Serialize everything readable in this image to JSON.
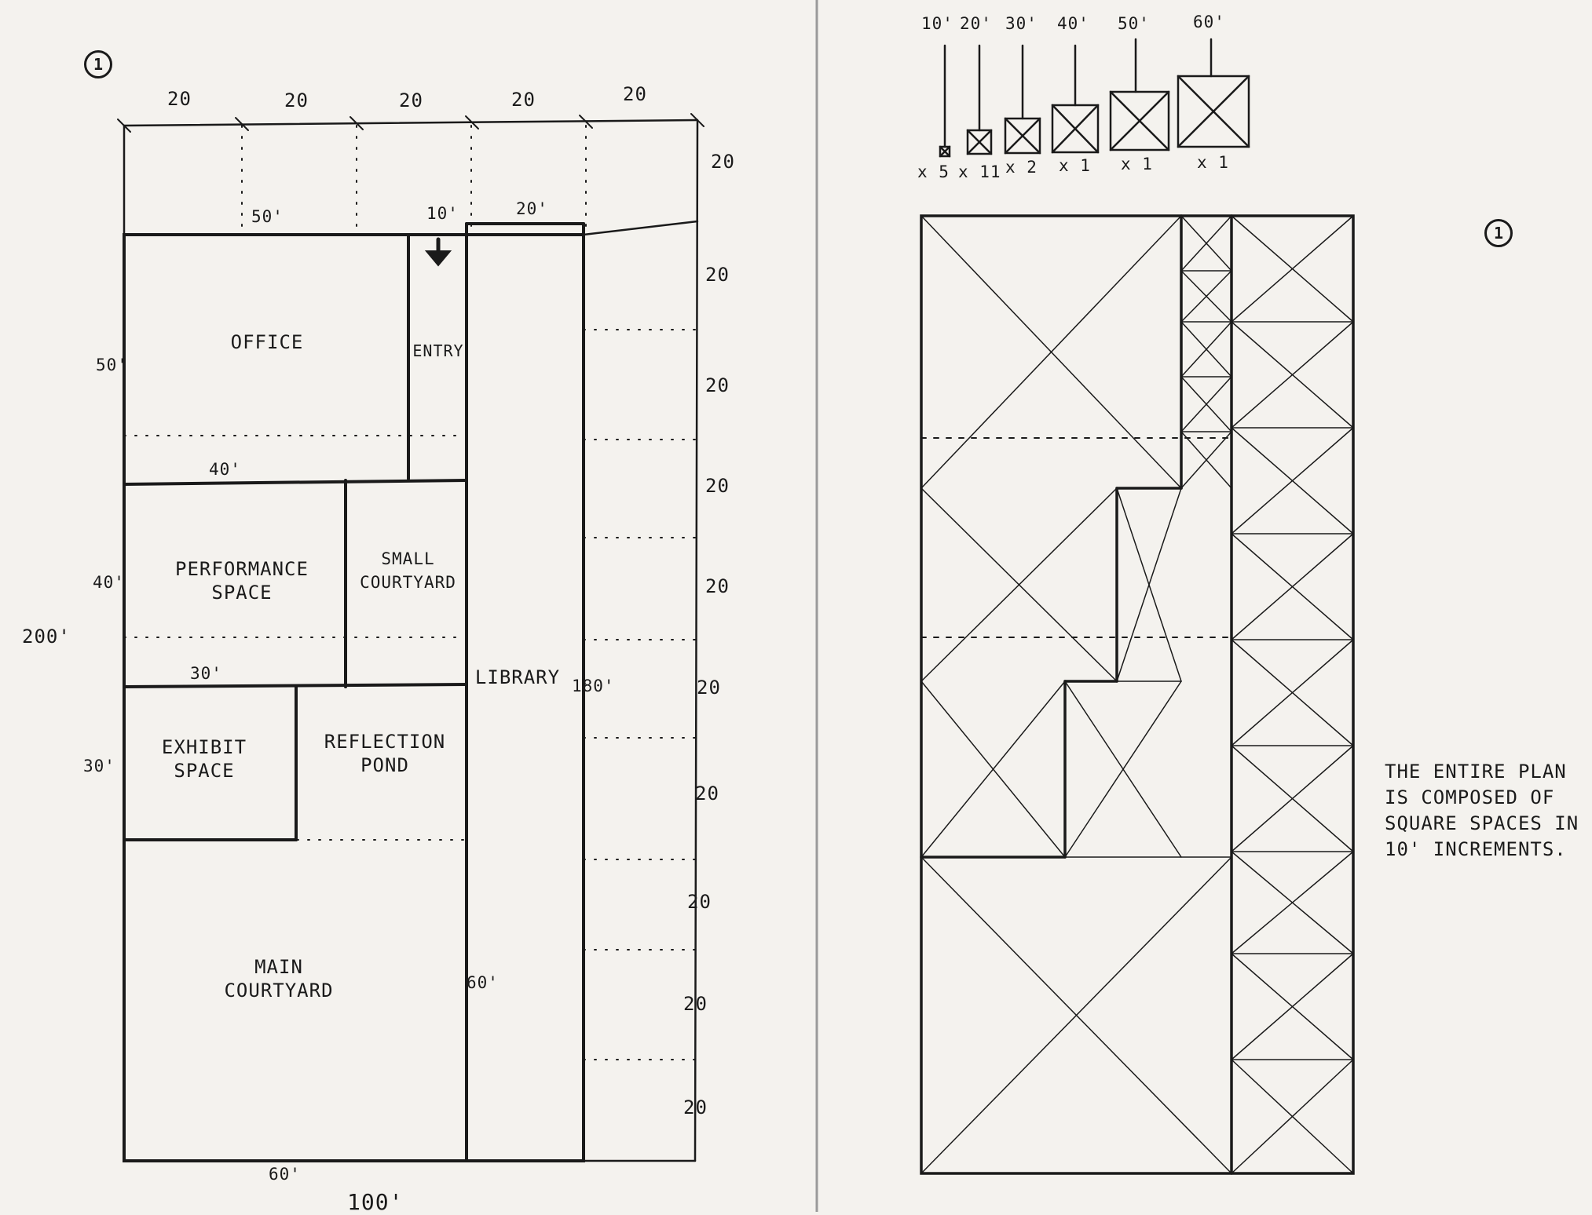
{
  "left_plan": {
    "sheet_number": "1",
    "rooms": {
      "office": "OFFICE",
      "entry": "ENTRY",
      "performance_space": "PERFORMANCE SPACE",
      "small_courtyard": "SMALL COURTYARD",
      "exhibit_space": "EXHIBIT SPACE",
      "reflection_pond": "REFLECTION POND",
      "library": "LIBRARY",
      "main_courtyard": "MAIN COURTYARD"
    },
    "top_module_labels": [
      "20",
      "20",
      "20",
      "20",
      "20"
    ],
    "right_module_labels": [
      "20",
      "20",
      "20",
      "20",
      "20",
      "20",
      "20",
      "20",
      "20",
      "20"
    ],
    "room_dimensions": {
      "office_width": "50'",
      "entry_width": "10'",
      "library_width": "20'",
      "office_height": "50'",
      "performance_width": "40'",
      "performance_height": "40'",
      "exhibit_width": "30'",
      "exhibit_height": "30'",
      "library_length": "180'",
      "main_courtyard_height": "60'",
      "main_courtyard_width": "60'",
      "overall_height": "200'",
      "overall_width": "100'"
    }
  },
  "right_plan": {
    "sheet_number": "1",
    "legend": [
      {
        "size": "10'",
        "count": "x 5"
      },
      {
        "size": "20'",
        "count": "x 11"
      },
      {
        "size": "30'",
        "count": "x 2"
      },
      {
        "size": "40'",
        "count": "x 1"
      },
      {
        "size": "50'",
        "count": "x 1"
      },
      {
        "size": "60'",
        "count": "x 1"
      }
    ],
    "note": "THE ENTIRE PLAN IS COMPOSED OF SQUARE SPACES IN 10' INCREMENTS."
  },
  "colors": {
    "paper": "#f4f2ee",
    "ink": "#1a1a1a",
    "binding": "#9a9a9a"
  }
}
